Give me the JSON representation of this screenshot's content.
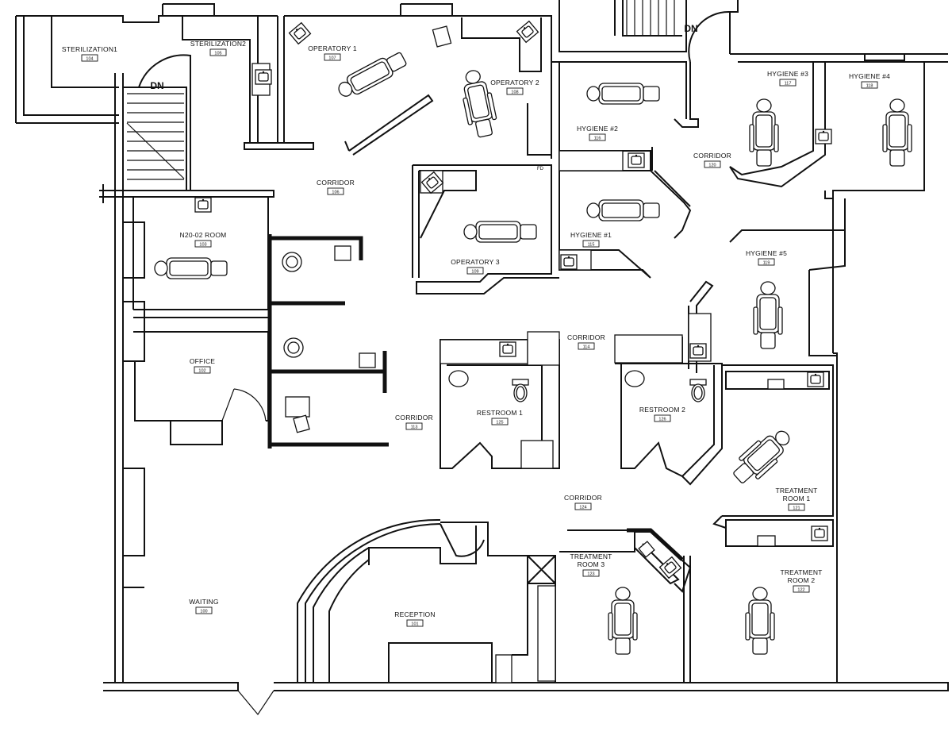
{
  "rooms": {
    "sterilization1": {
      "name": "STERILIZATION1",
      "number": "104"
    },
    "sterilization2": {
      "name": "STERILIZATION2",
      "number": "105"
    },
    "operatory1": {
      "name": "OPERATORY 1",
      "number": "107"
    },
    "operatory2": {
      "name": "OPERATORY 2",
      "number": "108"
    },
    "operatory3": {
      "name": "OPERATORY 3",
      "number": "109"
    },
    "corridor106": {
      "name": "CORRIDOR",
      "number": "106"
    },
    "hygiene2": {
      "name": "HYGIENE #2",
      "number": "116"
    },
    "hygiene1": {
      "name": "HYGIENE #1",
      "number": "115"
    },
    "hygiene3": {
      "name": "HYGIENE #3",
      "number": "117"
    },
    "hygiene4": {
      "name": "HYGIENE #4",
      "number": "118"
    },
    "hygiene5": {
      "name": "HYGIENE #5",
      "number": "119"
    },
    "corridor120": {
      "name": "CORRIDOR",
      "number": "120"
    },
    "n2002room": {
      "name": "N20-02 ROOM",
      "number": "103"
    },
    "office": {
      "name": "OFFICE",
      "number": "102"
    },
    "corridor113": {
      "name": "CORRIDOR",
      "number": "113"
    },
    "corridor114": {
      "name": "CORRIDOR",
      "number": "114"
    },
    "restroom1": {
      "name": "RESTROOM 1",
      "number": "125"
    },
    "restroom2": {
      "name": "RESTROOM 2",
      "number": "126"
    },
    "treatment1": {
      "name1": "TREATMENT",
      "name2": "ROOM 1",
      "number": "121"
    },
    "treatment2": {
      "name1": "TREATMENT",
      "name2": "ROOM 2",
      "number": "122"
    },
    "treatment3": {
      "name1": "TREATMENT",
      "name2": "ROOM 3",
      "number": "123"
    },
    "corridor124": {
      "name": "CORRIDOR",
      "number": "124"
    },
    "waiting": {
      "name": "WAITING",
      "number": "100"
    },
    "reception": {
      "name": "RECEPTION",
      "number": "101"
    }
  },
  "stairs": {
    "left_label": "DN",
    "right_label": "DN"
  },
  "small_labels": {
    "fd": "FD"
  }
}
